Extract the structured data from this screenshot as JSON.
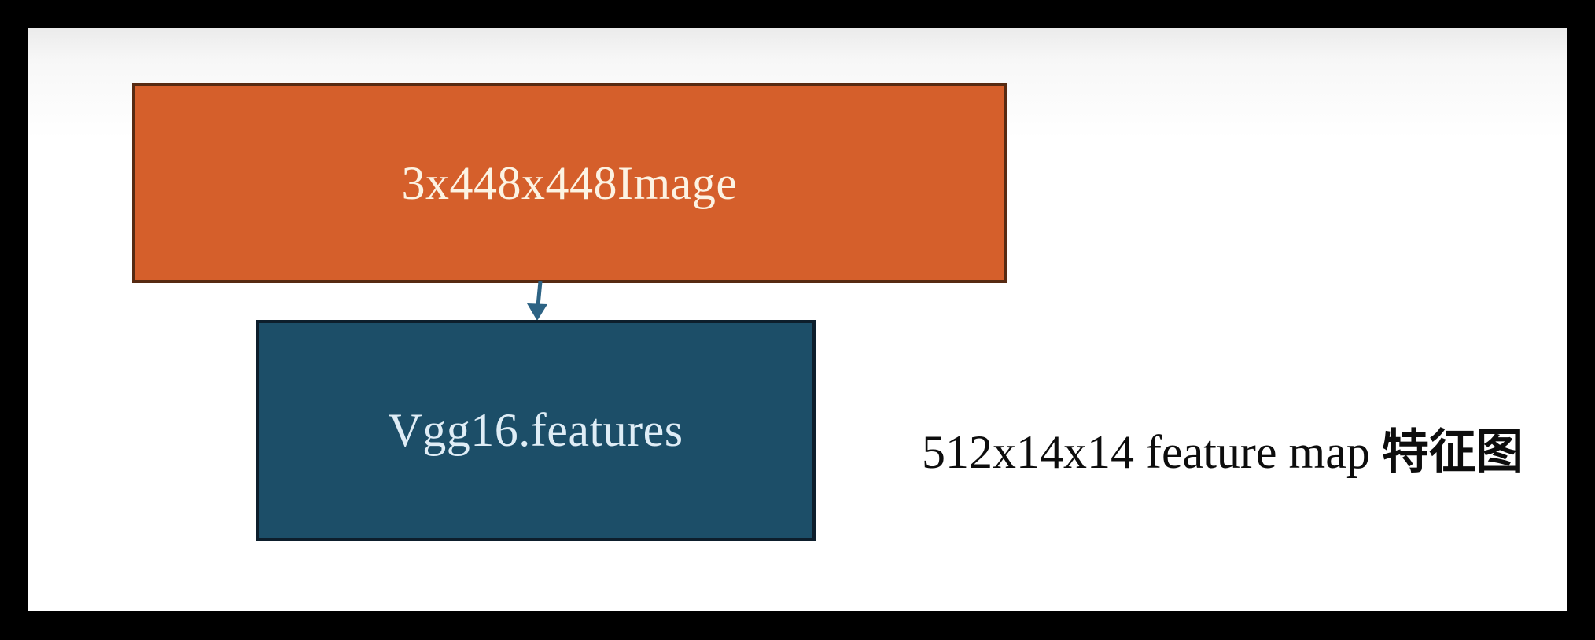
{
  "page": {
    "frame_color": "#000000",
    "canvas_color": "#ffffff"
  },
  "diagram": {
    "nodes": [
      {
        "id": "input-image",
        "label": "3x448x448Image",
        "fill": "#d55f2b",
        "border_color": "#572a12",
        "text_color": "#fcf3e3"
      },
      {
        "id": "vgg16-features",
        "label": "Vgg16.features",
        "fill": "#1c4e68",
        "border_color": "#0d1e2c",
        "text_color": "#dfedf6"
      }
    ],
    "arrow": {
      "from": "input-image",
      "to": "vgg16-features",
      "color": "#2d6384"
    },
    "annotation": {
      "text_latin": "512x14x14 feature map ",
      "text_cjk": "特征图",
      "color": "#0d0d0d"
    }
  }
}
